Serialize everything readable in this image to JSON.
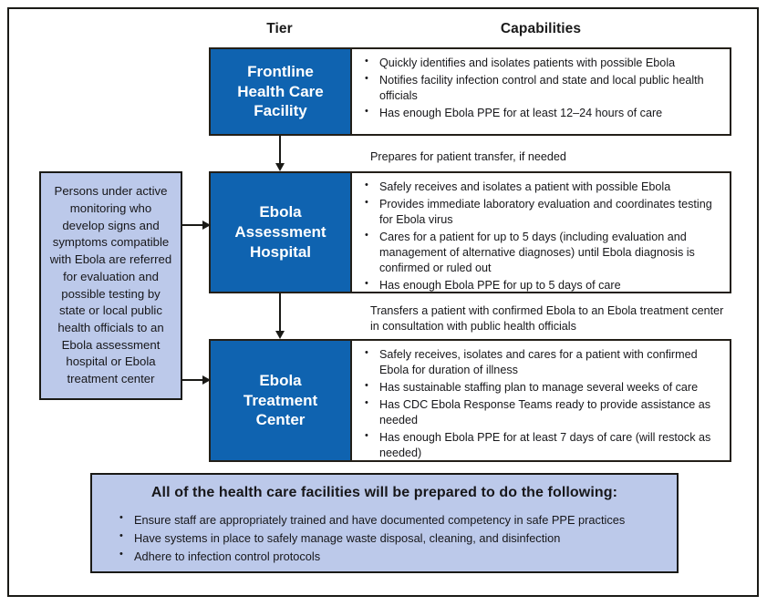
{
  "headers": {
    "tier": "Tier",
    "capabilities": "Capabilities"
  },
  "colors": {
    "tier_blue": "#0f63b0",
    "panel_lavender": "#bcc9ea",
    "border_dark": "#1a1a16",
    "text": "#17171a"
  },
  "tiers": [
    {
      "label": "Frontline\nHealth Care\nFacility",
      "label_lines": [
        "Frontline",
        "Health Care",
        "Facility"
      ],
      "capabilities": [
        "Quickly identifies and isolates patients with possible Ebola",
        "Notifies facility infection control and state and local public health officials",
        "Has enough Ebola PPE for at least 12–24 hours of care"
      ]
    },
    {
      "label_lines": [
        "Ebola",
        "Assessment",
        "Hospital"
      ],
      "capabilities": [
        "Safely receives and isolates a patient with possible Ebola",
        "Provides immediate laboratory evaluation and coordinates testing for Ebola virus",
        "Cares for a patient for up to 5 days (including evaluation and management of alternative diagnoses) until Ebola diagnosis is confirmed or ruled out",
        "Has enough Ebola PPE for up to 5 days of care"
      ]
    },
    {
      "label_lines": [
        "Ebola",
        "Treatment",
        "Center"
      ],
      "capabilities": [
        "Safely receives, isolates  and cares for a patient with confirmed Ebola for duration of illness",
        "Has sustainable staffing plan to manage several weeks of care",
        "Has CDC Ebola Response Teams ready to provide assistance as needed",
        "Has enough Ebola PPE for at least 7 days of care (will restock as needed)"
      ]
    }
  ],
  "transitions": [
    "Prepares for patient transfer, if needed",
    "Transfers a patient with confirmed Ebola to an Ebola treatment center in consultation with public health officials"
  ],
  "persons_box": {
    "text": "Persons under active monitoring who develop signs and symptoms compatible with Ebola are referred for evaluation and possible testing by state or local public health officials to an Ebola assessment hospital or Ebola treatment center"
  },
  "footer": {
    "title": "All of the health care facilities will be prepared to do the following:",
    "items": [
      "Ensure staff are appropriately trained and have documented competency in safe PPE practices",
      "Have systems in place to safely manage waste disposal, cleaning, and disinfection",
      "Adhere to infection control protocols"
    ]
  }
}
